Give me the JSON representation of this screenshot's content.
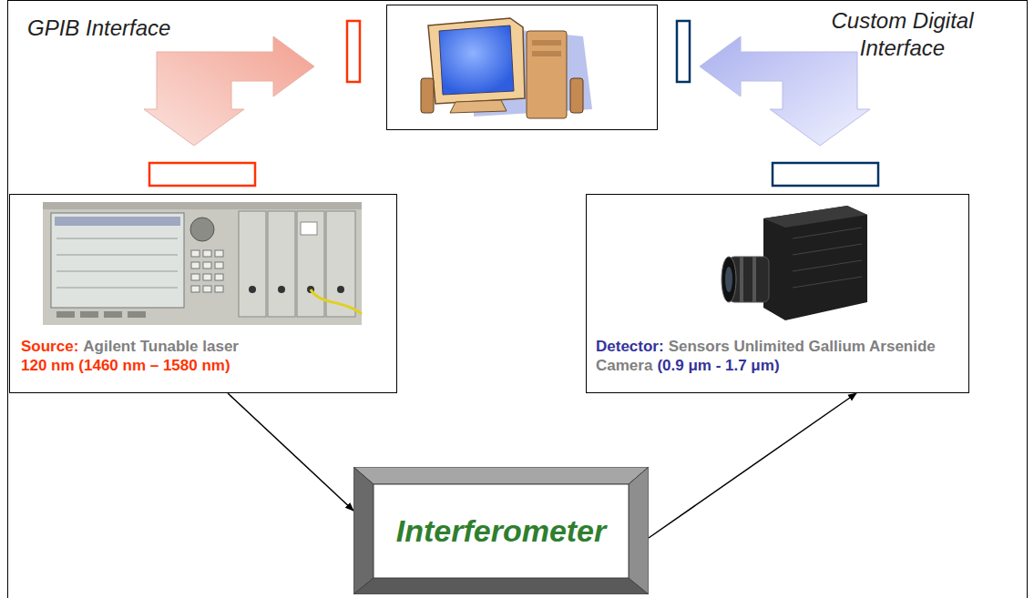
{
  "diagram": {
    "nodes": [
      {
        "text": [
          "Source:",
          "Agilent Tunable laser",
          "120 nm (1460 nm – 1580 nm)"
        ]
      },
      {
        "text": [
          "Detector:",
          "Sensors Unlimited Gallium Arsenide Camera",
          "(0.9 μm - 1.7 μm)"
        ]
      },
      {
        "text": [
          "Interferometer"
        ]
      }
    ],
    "edges": [
      {
        "from": 0,
        "to": 2,
        "arrow": "to"
      },
      {
        "from": 2,
        "to": 1,
        "arrow": "to"
      }
    ],
    "labels": [
      "GPIB Interface",
      "Custom Digital Interface"
    ]
  }
}
